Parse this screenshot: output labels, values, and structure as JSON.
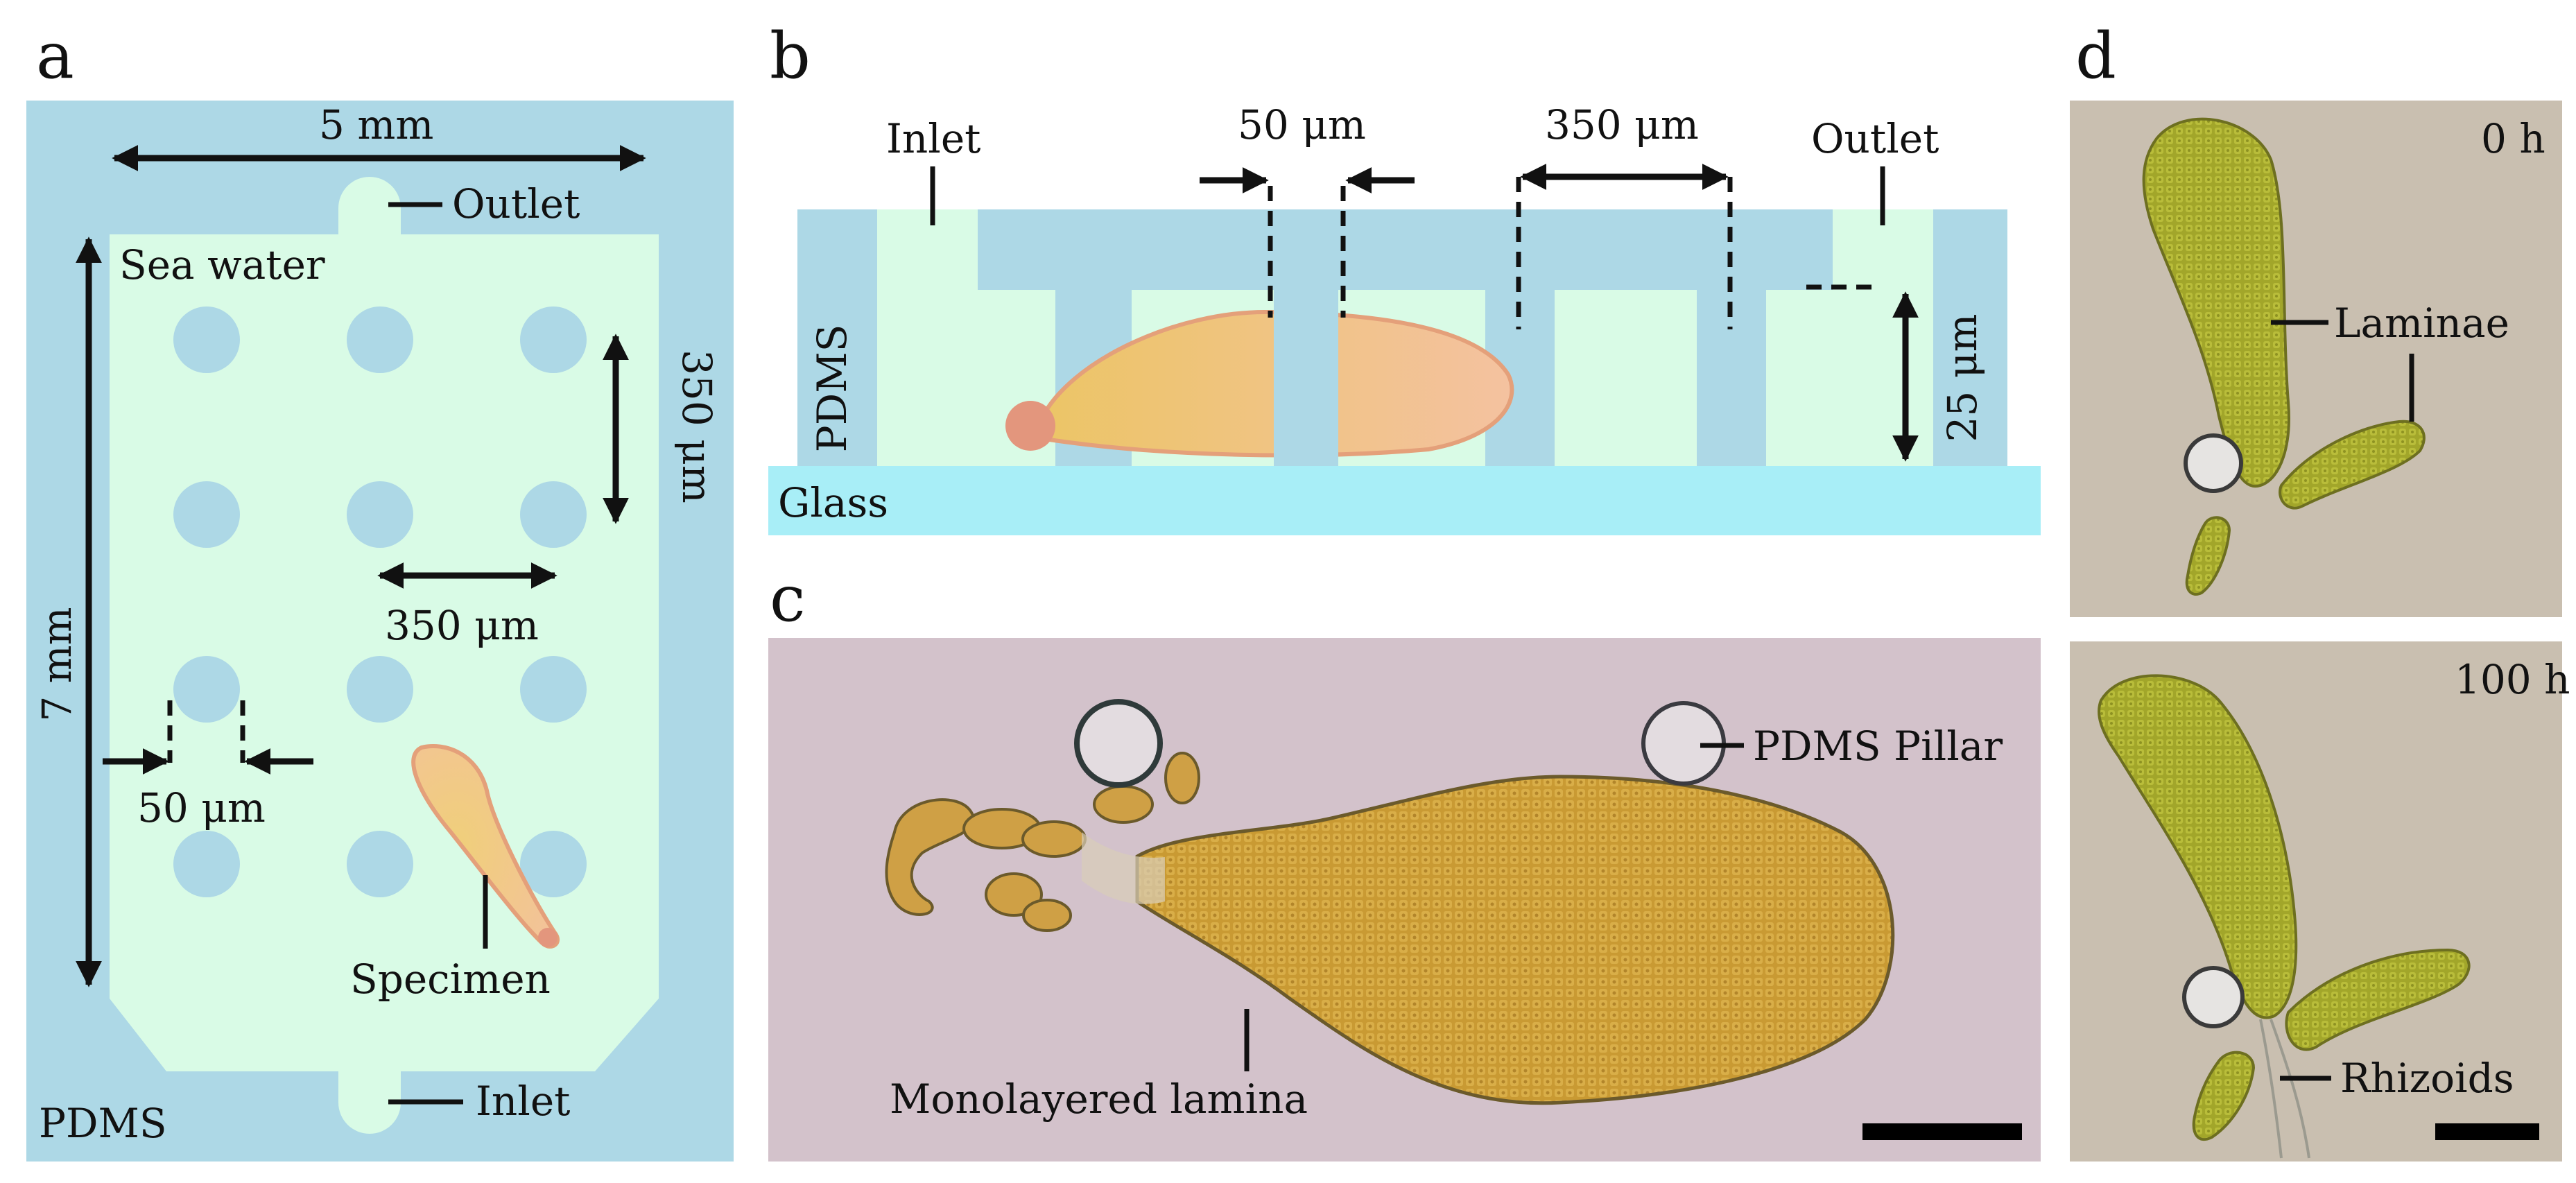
{
  "panels": {
    "a": {
      "letter": "a",
      "width_label": "5 mm",
      "height_label": "7 mm",
      "outlet_label": "Outlet",
      "inlet_label": "Inlet",
      "sea_water_label": "Sea water",
      "pdms_label": "PDMS",
      "pillar_gap_label": "50 μm",
      "pitch_h_label": "350 μm",
      "pitch_v_label": "350 μm",
      "specimen_label": "Specimen"
    },
    "b": {
      "letter": "b",
      "inlet_label": "Inlet",
      "outlet_label": "Outlet",
      "gap_label": "50 μm",
      "pitch_label": "350 μm",
      "height_label": "25 μm",
      "pdms_label": "PDMS",
      "glass_label": "Glass"
    },
    "c": {
      "letter": "c",
      "pillar_label": "PDMS Pillar",
      "lamina_label": "Monolayered lamina"
    },
    "d": {
      "letter": "d",
      "time_top": "0 h",
      "time_bottom": "100 h",
      "laminae_label": "Laminae",
      "rhizoids_label": "Rhizoids"
    }
  },
  "colors": {
    "pdms": "#add8e6",
    "channel": "#d9fbe6",
    "glass": "#a8eef7",
    "specimen_fill": "#f1c38f",
    "specimen_stroke": "#e4a07a",
    "micrograph_c_bg": "#d3c2cb",
    "micrograph_d_bg": "#c9bfb0",
    "alga_brown": "#c89b35",
    "alga_green": "#a9ad2c"
  }
}
